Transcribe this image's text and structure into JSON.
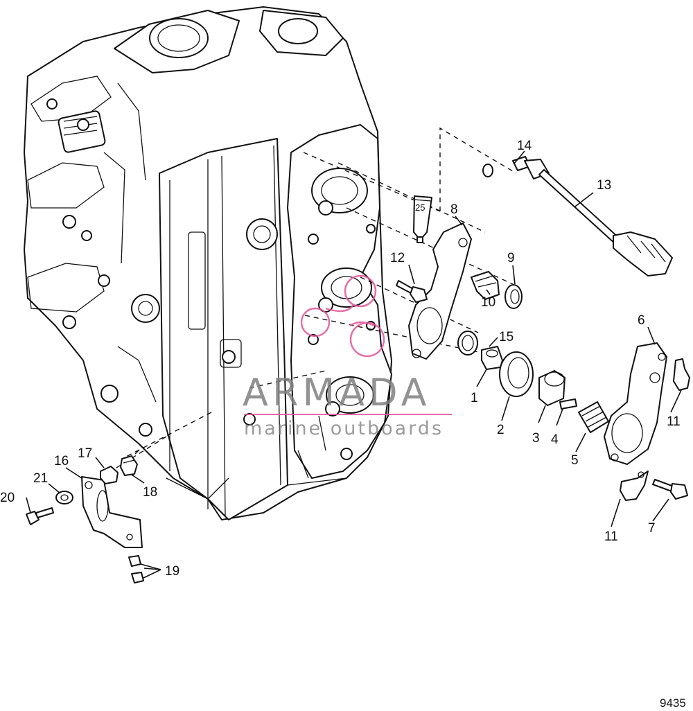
{
  "callouts": {
    "c1": "1",
    "c2": "2",
    "c3": "3",
    "c4": "4",
    "c5": "5",
    "c6": "6",
    "c7": "7",
    "c8": "8",
    "c9": "9",
    "c10": "10",
    "c11a": "11",
    "c11b": "11",
    "c12": "12",
    "c13": "13",
    "c14": "14",
    "c15": "15",
    "c16": "16",
    "c17": "17",
    "c18": "18",
    "c19": "19",
    "c20": "20",
    "c21": "21"
  },
  "tube_label": "25",
  "watermark": {
    "brand": "ARMADA",
    "sub": "marine outboards",
    "accent_color": "#e2559a"
  },
  "figure_number": "9435",
  "colors": {
    "line": "#111111",
    "watermark_gray": "#808080"
  }
}
